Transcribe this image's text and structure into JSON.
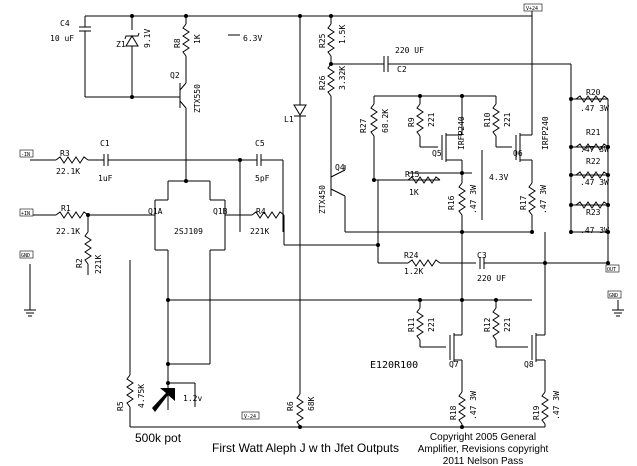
{
  "title": "First Watt Aleph J w th Jfet Outputs",
  "pot_label": "500k pot",
  "copyright": [
    "Copyright 2005 General",
    "Amplifier, Revisions copyright",
    "2011 Nelson Pass"
  ],
  "model_label": "E120R100",
  "ports": {
    "in_minus": "-IN",
    "in_plus": "+IN",
    "gnd_left": "GND",
    "out": "OUT",
    "gnd_right": "GND",
    "vplus": "V+24",
    "vminus": "V-24"
  },
  "voltages": {
    "v1": "6.3V",
    "v2": "4.3V",
    "v3": "1.2v",
    "z1": "9.1V"
  },
  "components": {
    "C4": [
      "C4",
      "10 uF"
    ],
    "Z1": "Z1",
    "R8": [
      "R8",
      "1K"
    ],
    "Q2": [
      "Q2",
      "ZTX550"
    ],
    "R25": [
      "R25",
      "1.5K"
    ],
    "R26": [
      "R26",
      "3.32K"
    ],
    "C2": [
      "220 UF",
      "C2"
    ],
    "L1": "L1",
    "R27": [
      "R27",
      "68.2K"
    ],
    "R9": [
      "R9",
      "221"
    ],
    "R10": [
      "R10",
      "221"
    ],
    "Q5": [
      "Q5",
      "IRFP240"
    ],
    "Q6": [
      "Q6",
      "IRFP240"
    ],
    "R20": [
      "R20",
      ".47 3W"
    ],
    "R21": [
      "R21",
      ".47 3W"
    ],
    "R22": [
      "R22",
      ".47 3W"
    ],
    "R23": [
      "R23",
      ".47 3W"
    ],
    "R3": [
      "R3",
      "22.1K"
    ],
    "C1": [
      "C1",
      "1uF"
    ],
    "C5": [
      "C5",
      "5pF"
    ],
    "Q4": [
      "Q4",
      "ZTX450"
    ],
    "R15": [
      "R15",
      "1K"
    ],
    "R16": [
      "R16",
      ".47 3W"
    ],
    "R17": [
      "R17",
      ".47 3W"
    ],
    "R1": [
      "R1",
      "22.1K"
    ],
    "R2": [
      "R2",
      "221K"
    ],
    "Q1A": "Q1A",
    "Q1B": "Q1B",
    "JFET": "2SJ109",
    "R4": [
      "R4",
      "221K"
    ],
    "R24": [
      "R24",
      "1.2K"
    ],
    "C3": [
      "C3",
      "220 UF"
    ],
    "R11": [
      "R11",
      "221"
    ],
    "R12": [
      "R12",
      "221"
    ],
    "Q7": "Q7",
    "Q8": "Q8",
    "R5": [
      "R5",
      "4.75K"
    ],
    "R6": [
      "R6",
      "68K"
    ],
    "R18": [
      "R18",
      ".47 3W"
    ],
    "R19": [
      "R19",
      ".47 3W"
    ]
  }
}
